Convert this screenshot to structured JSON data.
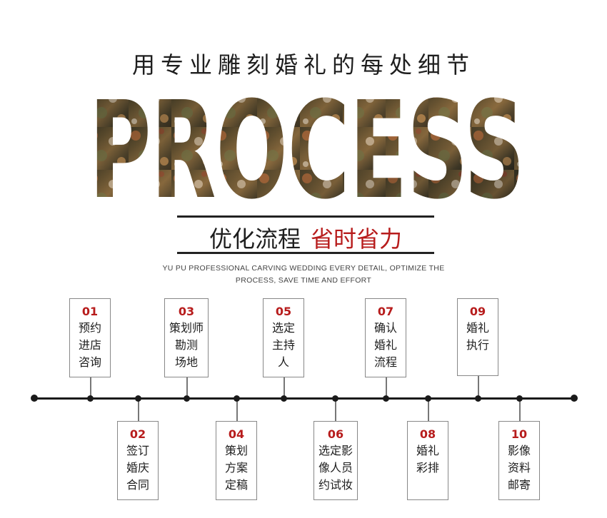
{
  "header": {
    "top_title": "用专业雕刻婚礼的每处细节",
    "hero_word": "PROCESS",
    "sub_black": "优化流程",
    "sub_red": "省时省力",
    "en_line1": "YU PU PROFESSIONAL CARVING WEDDING EVERY DETAIL, OPTIMIZE THE",
    "en_line2": "PROCESS, SAVE TIME AND EFFORT"
  },
  "colors": {
    "accent": "#b71c1c",
    "line": "#1a1a1a"
  },
  "steps": [
    {
      "num": "01",
      "label": "预约\n进店\n咨询"
    },
    {
      "num": "02",
      "label": "签订\n婚庆\n合同"
    },
    {
      "num": "03",
      "label": "策划师\n勘测\n场地"
    },
    {
      "num": "04",
      "label": "策划\n方案\n定稿"
    },
    {
      "num": "05",
      "label": "选定\n主持\n人"
    },
    {
      "num": "06",
      "label": "选定影\n像人员\n约试妆"
    },
    {
      "num": "07",
      "label": "确认\n婚礼\n流程"
    },
    {
      "num": "08",
      "label": "婚礼\n彩排"
    },
    {
      "num": "09",
      "label": "婚礼\n执行"
    },
    {
      "num": "10",
      "label": "影像\n资料\n邮寄"
    }
  ]
}
